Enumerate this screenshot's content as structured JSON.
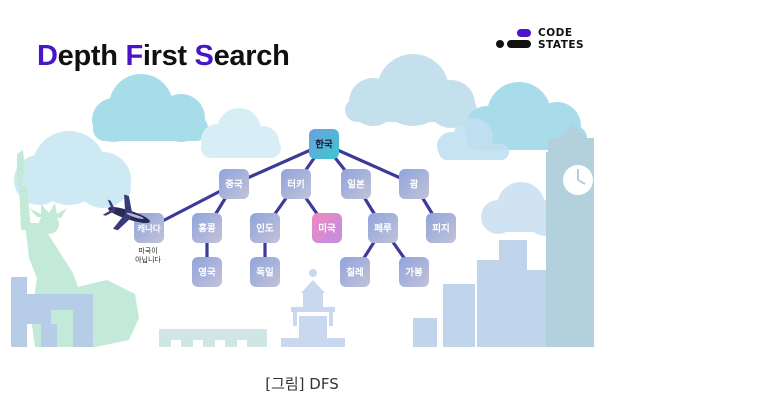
{
  "figure": {
    "title_parts": [
      "D",
      "epth ",
      "F",
      "irst ",
      "S",
      "earch"
    ],
    "logo_text_line1": "CODE",
    "logo_text_line2": "STATES",
    "caption": "[그림] DFS"
  },
  "tree": {
    "nodes": [
      {
        "id": "korea",
        "label": "한국",
        "style": "root"
      },
      {
        "id": "china",
        "label": "중국",
        "style": "normal"
      },
      {
        "id": "turkey",
        "label": "터키",
        "style": "normal"
      },
      {
        "id": "japan",
        "label": "일본",
        "style": "normal"
      },
      {
        "id": "guam",
        "label": "괌",
        "style": "normal"
      },
      {
        "id": "canada",
        "label": "캐나다",
        "style": "normal"
      },
      {
        "id": "hongkong",
        "label": "홍콩",
        "style": "normal"
      },
      {
        "id": "india",
        "label": "인도",
        "style": "normal"
      },
      {
        "id": "usa",
        "label": "미국",
        "style": "target"
      },
      {
        "id": "peru",
        "label": "페루",
        "style": "normal"
      },
      {
        "id": "fiji",
        "label": "피지",
        "style": "normal"
      },
      {
        "id": "uk",
        "label": "영국",
        "style": "normal"
      },
      {
        "id": "germany",
        "label": "독일",
        "style": "normal"
      },
      {
        "id": "chile",
        "label": "칠레",
        "style": "normal"
      },
      {
        "id": "gabon",
        "label": "가봉",
        "style": "normal"
      }
    ],
    "edges": [
      [
        "korea",
        "china"
      ],
      [
        "korea",
        "turkey"
      ],
      [
        "korea",
        "japan"
      ],
      [
        "korea",
        "guam"
      ],
      [
        "china",
        "canada"
      ],
      [
        "china",
        "hongkong"
      ],
      [
        "turkey",
        "india"
      ],
      [
        "turkey",
        "usa"
      ],
      [
        "japan",
        "peru"
      ],
      [
        "guam",
        "fiji"
      ],
      [
        "hongkong",
        "uk"
      ],
      [
        "india",
        "germany"
      ],
      [
        "peru",
        "chile"
      ],
      [
        "peru",
        "gabon"
      ]
    ],
    "annotation_line1": "미국이",
    "annotation_line2": "아닙니다"
  },
  "colors": {
    "accent": "#4a14c8",
    "edge": "#3d3a9a",
    "node_normal": "#a7b2dd",
    "node_root": "#58b4dc",
    "node_target": "#e784bd"
  }
}
